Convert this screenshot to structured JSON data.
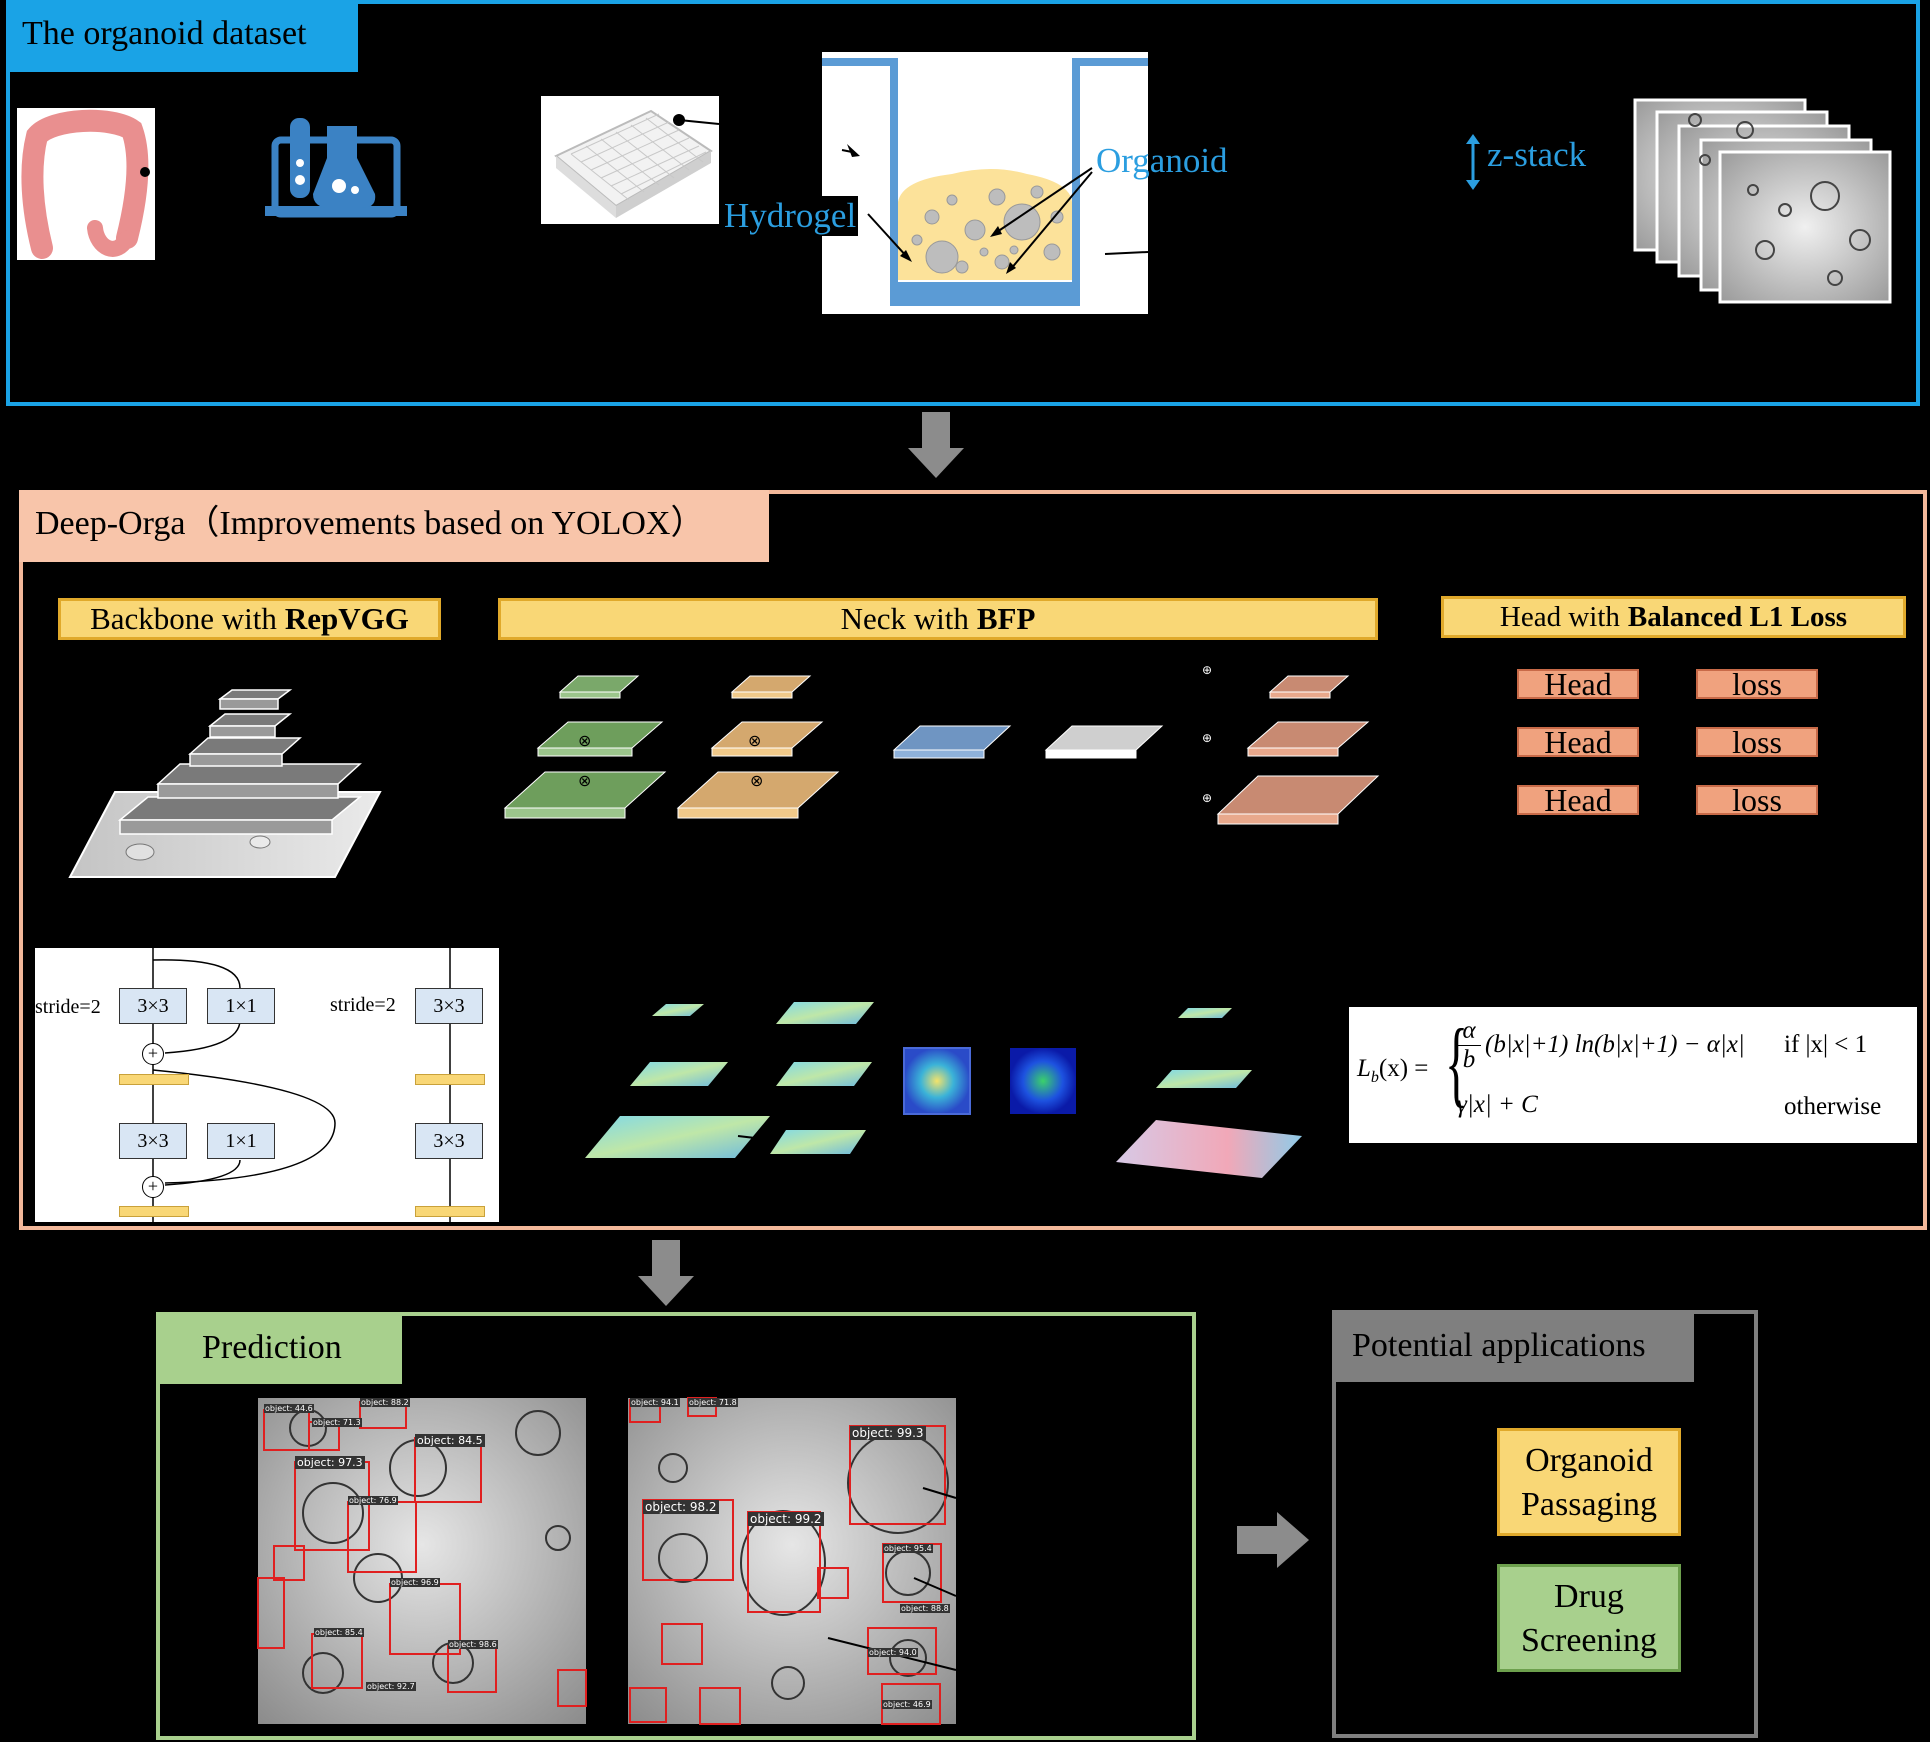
{
  "dataset": {
    "title": "The organoid dataset",
    "hydrogel_label": "Hydrogel",
    "organoid_label": "Organoid",
    "zstack_label": "z-stack",
    "colors": {
      "border": "#1aa3e6",
      "title_bg": "#1aa3e6",
      "label": "#2b9ee0"
    }
  },
  "model": {
    "title": "Deep-Orga（Improvements based on YOLOX）",
    "backbone": {
      "prefix": "Backbone with",
      "bold": "RepVGG"
    },
    "neck": {
      "prefix": "Neck with",
      "bold": "BFP"
    },
    "head": {
      "prefix": "Head with",
      "bold": "Balanced L1 Loss"
    },
    "head_items": [
      "Head",
      "Head",
      "Head"
    ],
    "loss_items": [
      "loss",
      "loss",
      "loss"
    ],
    "repvgg": {
      "stride_label": "stride=2",
      "conv3": "3×3",
      "conv1": "1×1",
      "plus": "+"
    },
    "formula": {
      "lhs": "L",
      "lhs_sub": "b",
      "lhs_arg": "(x) =",
      "alpha": "α",
      "b": "b",
      "case1": "(b|x|+1) ln(b|x|+1) − α|x|",
      "cond1": "if |x| < 1",
      "case2": "γ|x| + C",
      "cond2": "otherwise"
    },
    "colors": {
      "border": "#f3b89a",
      "title_bg": "#f8c5aa",
      "yellow": "#f9d776",
      "head_box": "#f0a27e"
    }
  },
  "prediction": {
    "title": "Prediction",
    "img1_labels": [
      "object: 44.6",
      "object: 88.2",
      "object: 71.3",
      "object: 84.5",
      "object: 97.3",
      "object: 76.9",
      "object: 96.9",
      "object: 85.4",
      "object: 98.6",
      "object: 92.7"
    ],
    "img2_labels": [
      "object: 94.1",
      "object: 71.8",
      "object: 99.3",
      "object: 98.2",
      "object: 99.2",
      "object: 95.4",
      "object: 88.8",
      "object: 94.0",
      "object: 46.9"
    ],
    "colors": {
      "border": "#a8d08d",
      "title_bg": "#a8d08d"
    }
  },
  "applications": {
    "title": "Potential applications",
    "items": [
      {
        "line1": "Organoid",
        "line2": "Passaging",
        "bg": "#f9d776",
        "border": "#e0a92b"
      },
      {
        "line1": "Drug",
        "line2": "Screening",
        "bg": "#a8d08d",
        "border": "#6da04d"
      }
    ],
    "colors": {
      "border": "#7f7f7f",
      "title_bg": "#7f7f7f"
    }
  }
}
